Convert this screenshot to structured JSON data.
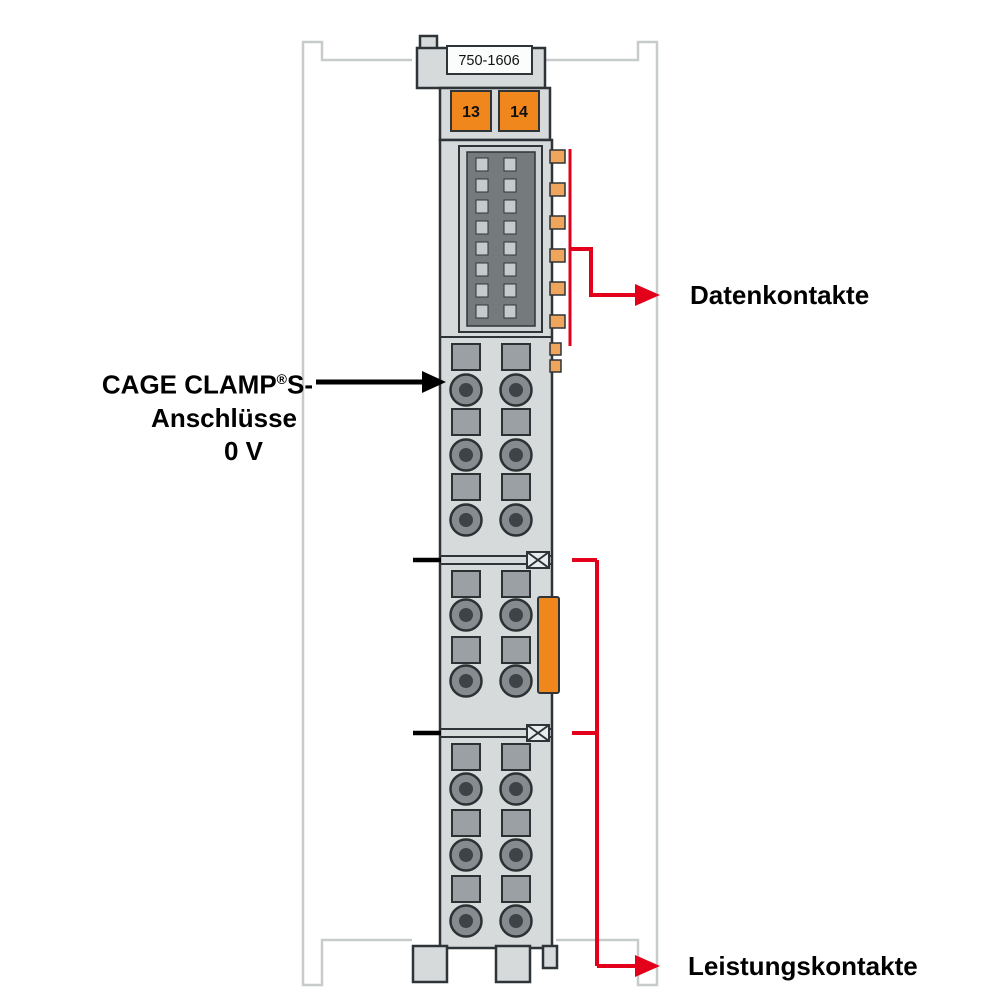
{
  "colors": {
    "red": "#e2001a",
    "orange": "#f0871d",
    "contact_tan": "#efa55c",
    "body_gray": "#d6dadb",
    "outline_dark": "#2e3437",
    "rail_gray": "#c7cbcc"
  },
  "module": {
    "part_number": "750-1606",
    "terminals": [
      "13",
      "14"
    ]
  },
  "callouts": {
    "data_contacts": "Datenkontakte",
    "power_contacts": "Leistungskontakte",
    "cage_clamp": {
      "pre": "CAGE CLAMP",
      "reg": "®",
      "post": "S-",
      "line2": "Anschlüsse",
      "line3": "0 V"
    }
  }
}
